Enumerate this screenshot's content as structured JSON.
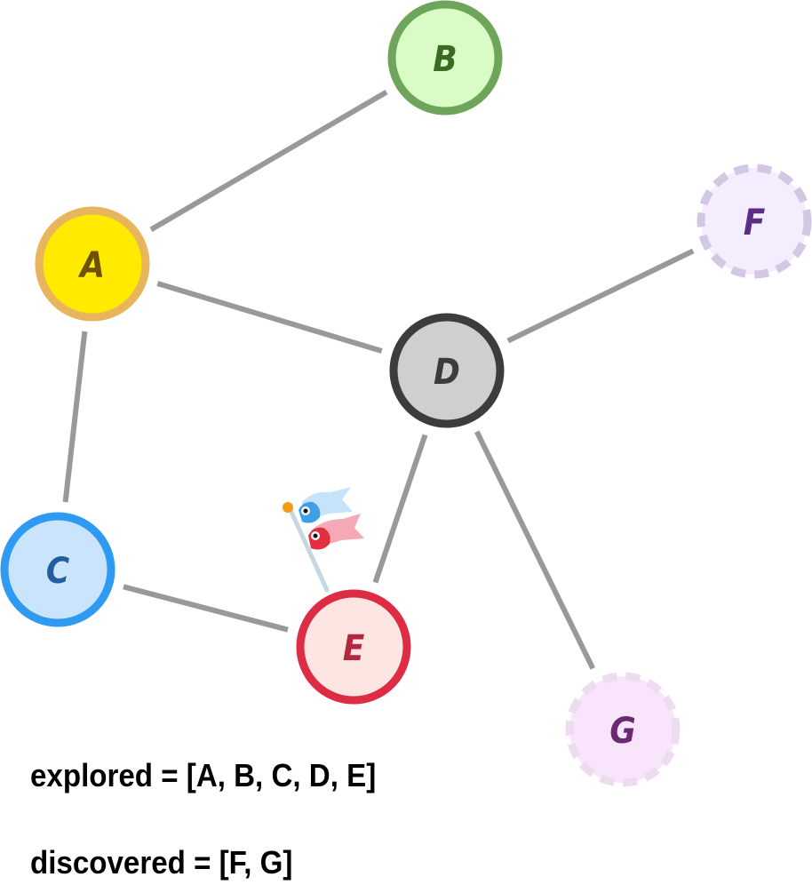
{
  "nodes": [
    {
      "id": "A",
      "label": "A",
      "fill": "#ffea00",
      "stroke": "#e8b45c",
      "text_color": "#6b5200",
      "state": "explored"
    },
    {
      "id": "B",
      "label": "B",
      "fill": "#d9fbc6",
      "stroke": "#6fa55a",
      "text_color": "#3b6a22",
      "state": "explored"
    },
    {
      "id": "C",
      "label": "C",
      "fill": "#c9e4fb",
      "stroke": "#2f9af2",
      "text_color": "#1f5f9e",
      "state": "explored"
    },
    {
      "id": "D",
      "label": "D",
      "fill": "#cfcfcf",
      "stroke": "#3c3c3c",
      "text_color": "#3c3c3c",
      "state": "explored"
    },
    {
      "id": "E",
      "label": "E",
      "fill": "#fde6e1",
      "stroke": "#dd2c44",
      "text_color": "#b2283f",
      "state": "explored"
    },
    {
      "id": "F",
      "label": "F",
      "fill": "#f3edfd",
      "stroke": "#d3c8e3",
      "text_color": "#5a2f83",
      "state": "discovered"
    },
    {
      "id": "G",
      "label": "G",
      "fill": "#f9e5fb",
      "stroke": "#eddcef",
      "text_color": "#6a2a70",
      "state": "discovered"
    }
  ],
  "edges": [
    [
      "A",
      "B"
    ],
    [
      "A",
      "D"
    ],
    [
      "A",
      "C"
    ],
    [
      "C",
      "E"
    ],
    [
      "D",
      "E"
    ],
    [
      "D",
      "F"
    ],
    [
      "D",
      "G"
    ]
  ],
  "current_node_marker": {
    "node": "E",
    "icon": "carp-streamer-flag-icon"
  },
  "explored": {
    "text": "explored = [A, B, C, D, E]"
  },
  "discovered": {
    "text": "discovered = [F, G]"
  }
}
